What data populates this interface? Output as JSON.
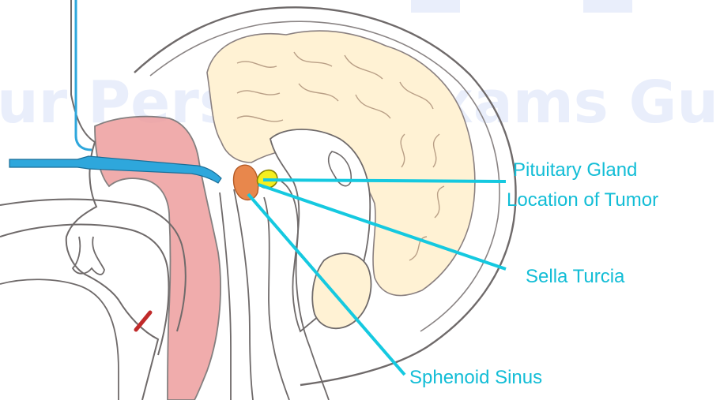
{
  "watermark": {
    "text": "ur Personal Exams Guide"
  },
  "labels": {
    "pituitary_gland": "Pituitary Gland",
    "location_of_tumor": "Location of Tumor",
    "sella_turcica": "Sella Turcia",
    "sphenoid_sinus": "Sphenoid Sinus"
  },
  "colors": {
    "label_text": "#12bdd6",
    "pointer_line": "#15c9e0",
    "brain": "#fff2d4",
    "pharynx": "#ee9e9e",
    "sella": "#e8874c",
    "pituitary": "#f4ef1f",
    "instrument": "#2ea7dc",
    "outline": "#6f6a6a",
    "watermark": "#e9eefb"
  }
}
